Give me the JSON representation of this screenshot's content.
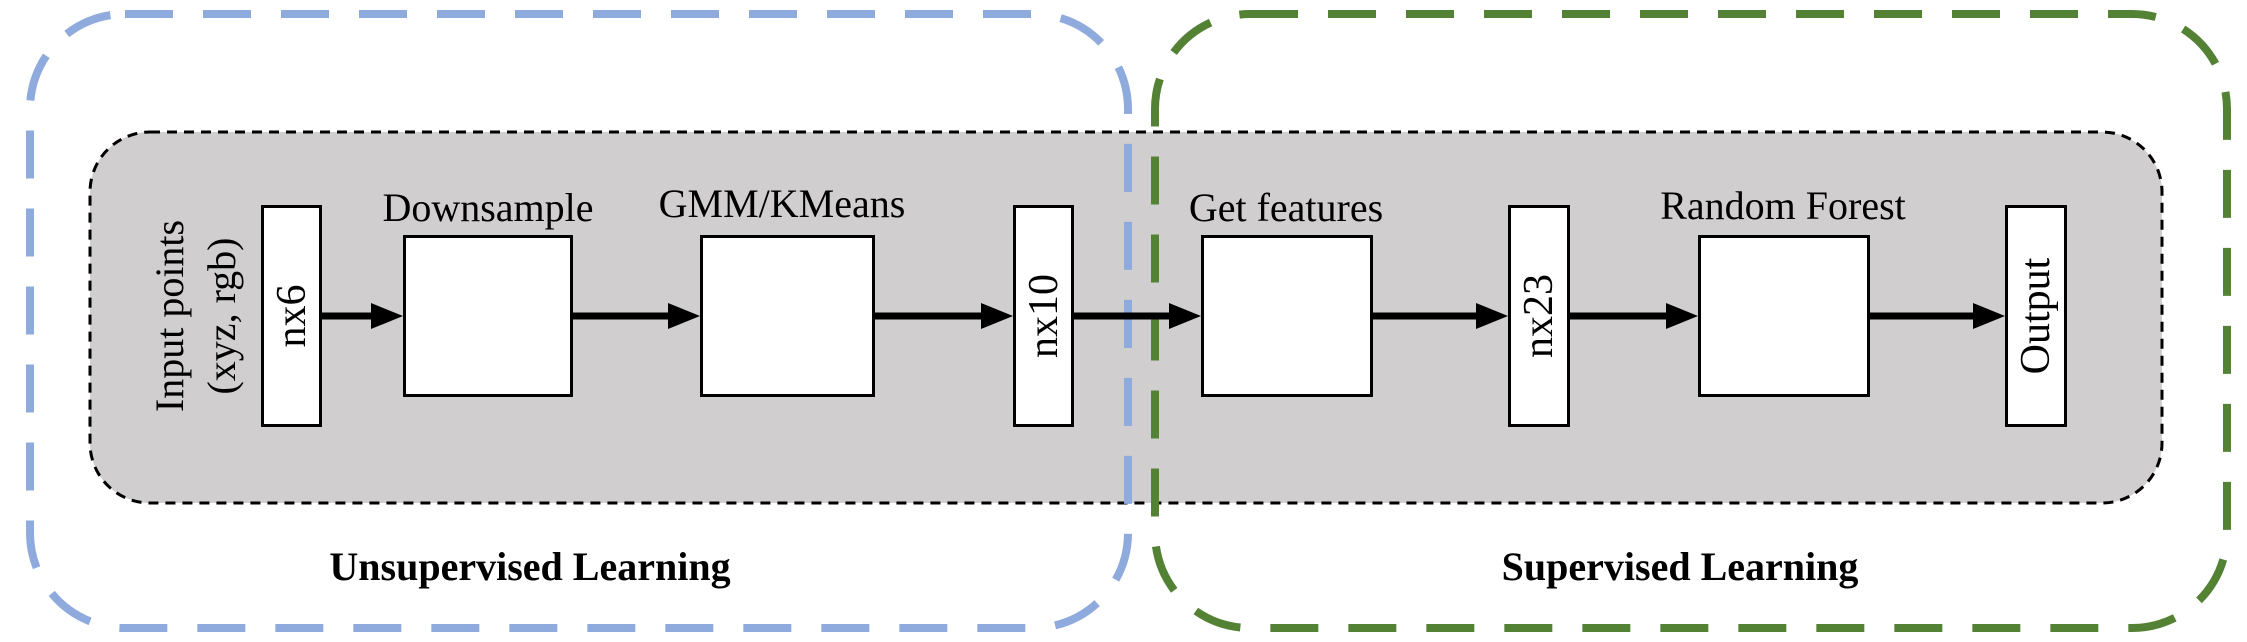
{
  "diagram": {
    "regions": {
      "unsupervised": {
        "title": "Unsupervised Learning"
      },
      "supervised": {
        "title": "Supervised Learning"
      }
    },
    "colors": {
      "unsupervised_border": "#8FAADC",
      "supervised_border": "#548235",
      "pipeline_bg": "#D0CECE",
      "node_fill": "#FFFFFF",
      "line": "#000000"
    },
    "input_label": {
      "line1": "Input points",
      "line2": "(xyz, rgb)"
    },
    "nodes": {
      "nx6": "nx6",
      "downsample": "Downsample",
      "gmm_kmeans": "GMM/KMeans",
      "nx10": "nx10",
      "get_features": "Get features",
      "nx23": "nx23",
      "random_forest": "Random Forest",
      "output": "Output"
    }
  }
}
